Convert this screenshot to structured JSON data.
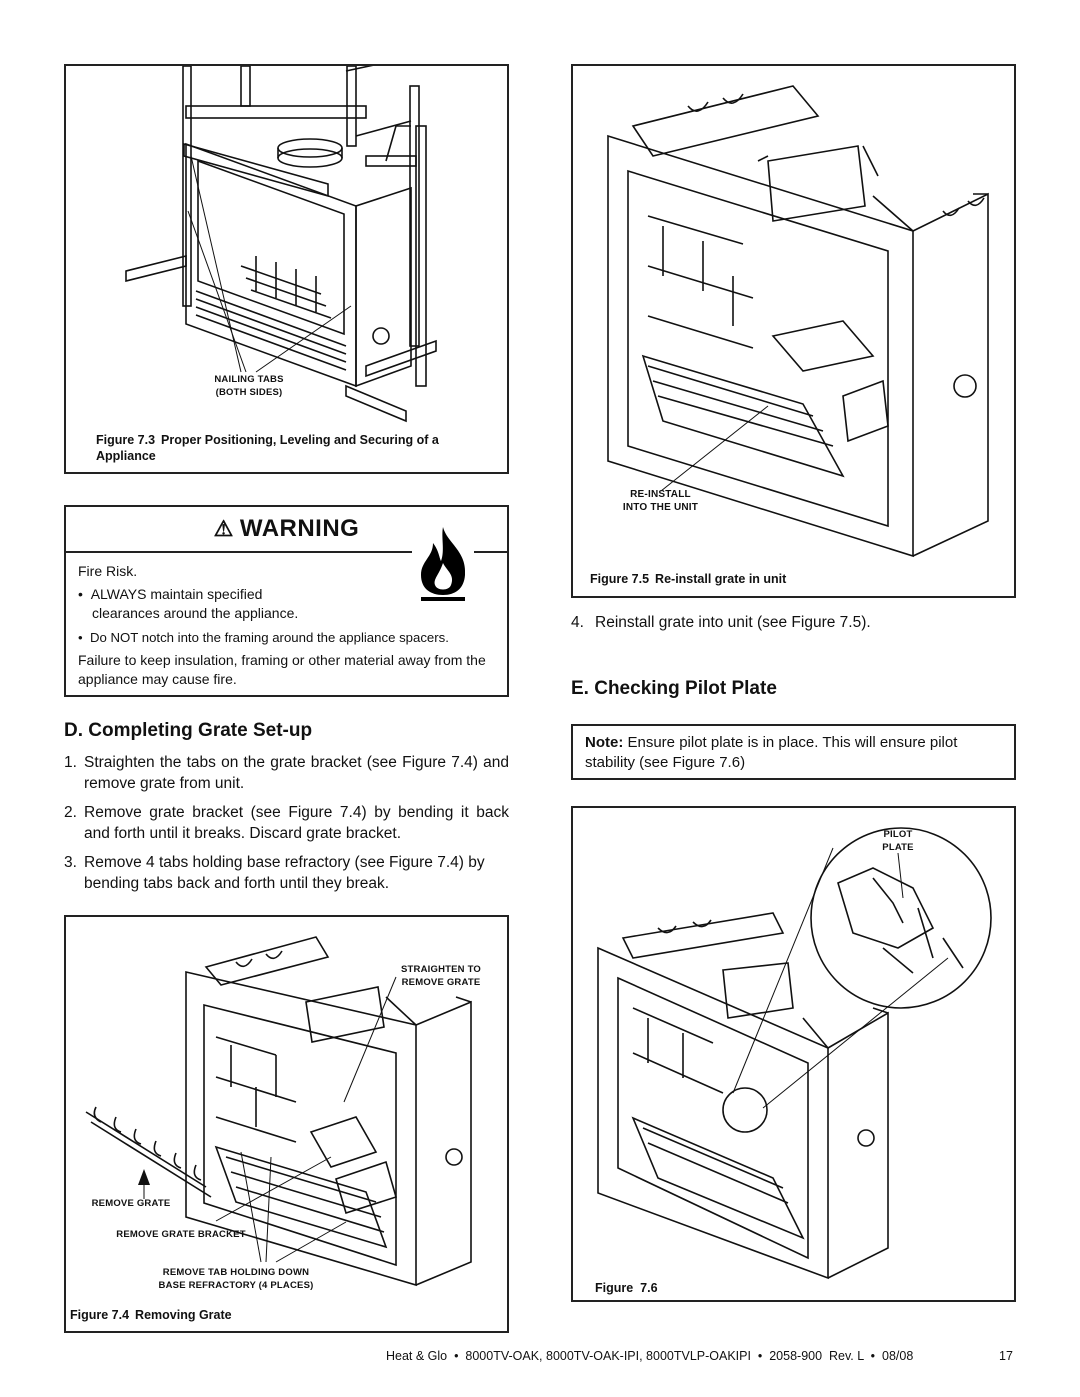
{
  "figure_7_3": {
    "label_nailing": "NAILING TABS",
    "label_both": "(BOTH SIDES)",
    "caption_num": "Figure 7.3",
    "caption_text": "Proper Positioning, Leveling and Securing of a Appliance"
  },
  "warning": {
    "title": "WARNING",
    "fire_risk": "Fire Risk.",
    "bullet1_line1": "ALWAYS maintain specified",
    "bullet1_line2": "clearances around the appliance.",
    "bullet2": "Do NOT notch into the framing around the appliance spacers.",
    "paragraph": "Failure to keep insulation, framing or other material away from the appliance may cause fire."
  },
  "section_d": {
    "heading": "D. Completing Grate Set-up",
    "steps": [
      {
        "num": "1.",
        "text": "Straighten the tabs on the grate bracket (see Figure 7.4) and remove grate from unit."
      },
      {
        "num": "2.",
        "text": "Remove grate bracket (see Figure 7.4) by bending it back and forth until it breaks. Discard grate bracket."
      },
      {
        "num": "3.",
        "text": "Remove 4 tabs holding base refractory (see Figure 7.4) by bending tabs back and forth until they break."
      }
    ]
  },
  "figure_7_4": {
    "label_straighten_1": "STRAIGHTEN TO",
    "label_straighten_2": "REMOVE GRATE",
    "label_remove_grate": "REMOVE GRATE",
    "label_remove_bracket": "REMOVE GRATE BRACKET",
    "label_remove_tab_1": "REMOVE TAB HOLDING DOWN",
    "label_remove_tab_2": "BASE REFRACTORY (4 PLACES)",
    "caption_num": "Figure 7.4",
    "caption_text": "Removing Grate"
  },
  "figure_7_5": {
    "label_reinstall_1": "RE-INSTALL",
    "label_reinstall_2": "INTO THE UNIT",
    "caption_num": "Figure 7.5",
    "caption_text": "Re-install grate in unit"
  },
  "step_4": {
    "num": "4.",
    "text": "Reinstall grate into unit (see Figure 7.5)."
  },
  "section_e": {
    "heading": "E. Checking Pilot Plate",
    "note_label": "Note:",
    "note_text": " Ensure pilot plate is in place. This will ensure pilot stability (see Figure 7.6)"
  },
  "figure_7_6": {
    "label_pilot": "PILOT",
    "label_plate": "PLATE",
    "caption": "Figure  7.6"
  },
  "footer": {
    "text": "Heat & Glo  •  8000TV-OAK, 8000TV-OAK-IPI, 8000TVLP-OAKIPI  •  2058-900  Rev. L  •  08/08",
    "page": "17"
  }
}
